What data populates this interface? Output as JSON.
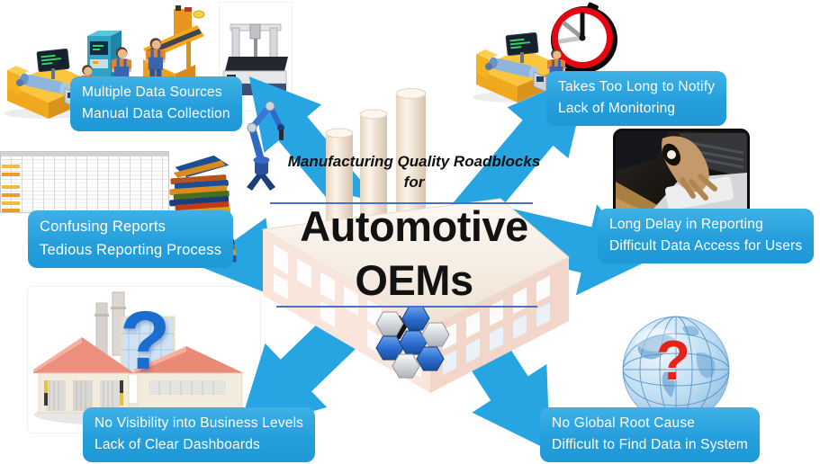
{
  "diagram_title": {
    "subtitle_line1": "Manufacturing Quality",
    "subtitle_line2": "Roadblocks for",
    "title_line1": "Automotive",
    "title_line2": "OEMs"
  },
  "callouts": {
    "top_left": {
      "line1": "Multiple Data Sources",
      "line2": "Manual Data Collection"
    },
    "top_right": {
      "line1": "Takes Too Long to Notify",
      "line2": "Lack of Monitoring"
    },
    "mid_left": {
      "line1": "Confusing Reports",
      "line2": "Tedious Reporting Process"
    },
    "mid_right": {
      "line1": "Long Delay in Reporting",
      "line2": "Difficult Data Access for Users"
    },
    "bottom_left": {
      "line1": "No Visibility into Business Levels",
      "line2": "Lack of Clear Dashboards"
    },
    "bottom_right": {
      "line1": "No Global Root Cause",
      "line2": "Difficult to Find Data in System"
    }
  },
  "icons": {
    "question_mark_blue": "?",
    "question_mark_red": "?",
    "clock": "clock-icon",
    "globe": "globe-icon",
    "factory_center": "factory-illustration",
    "factory_question": "factory-question-image",
    "laptop_hand": "laptop-hand-photo",
    "spreadsheet": "spreadsheet-image",
    "folder_stack": "folder-stack-image",
    "cmm_machine": "cmm-machine-photo",
    "cmm_arm": "cmm-arm-illustration",
    "workers": "worker-machine-illustrations"
  },
  "colors": {
    "callout_blue": "#2aa5e0",
    "arrow_blue": "#27a5e2",
    "divider_blue": "#4472c4",
    "question_blue": "#1a6ed0",
    "question_red": "#e5231b",
    "title_text": "#121212"
  }
}
